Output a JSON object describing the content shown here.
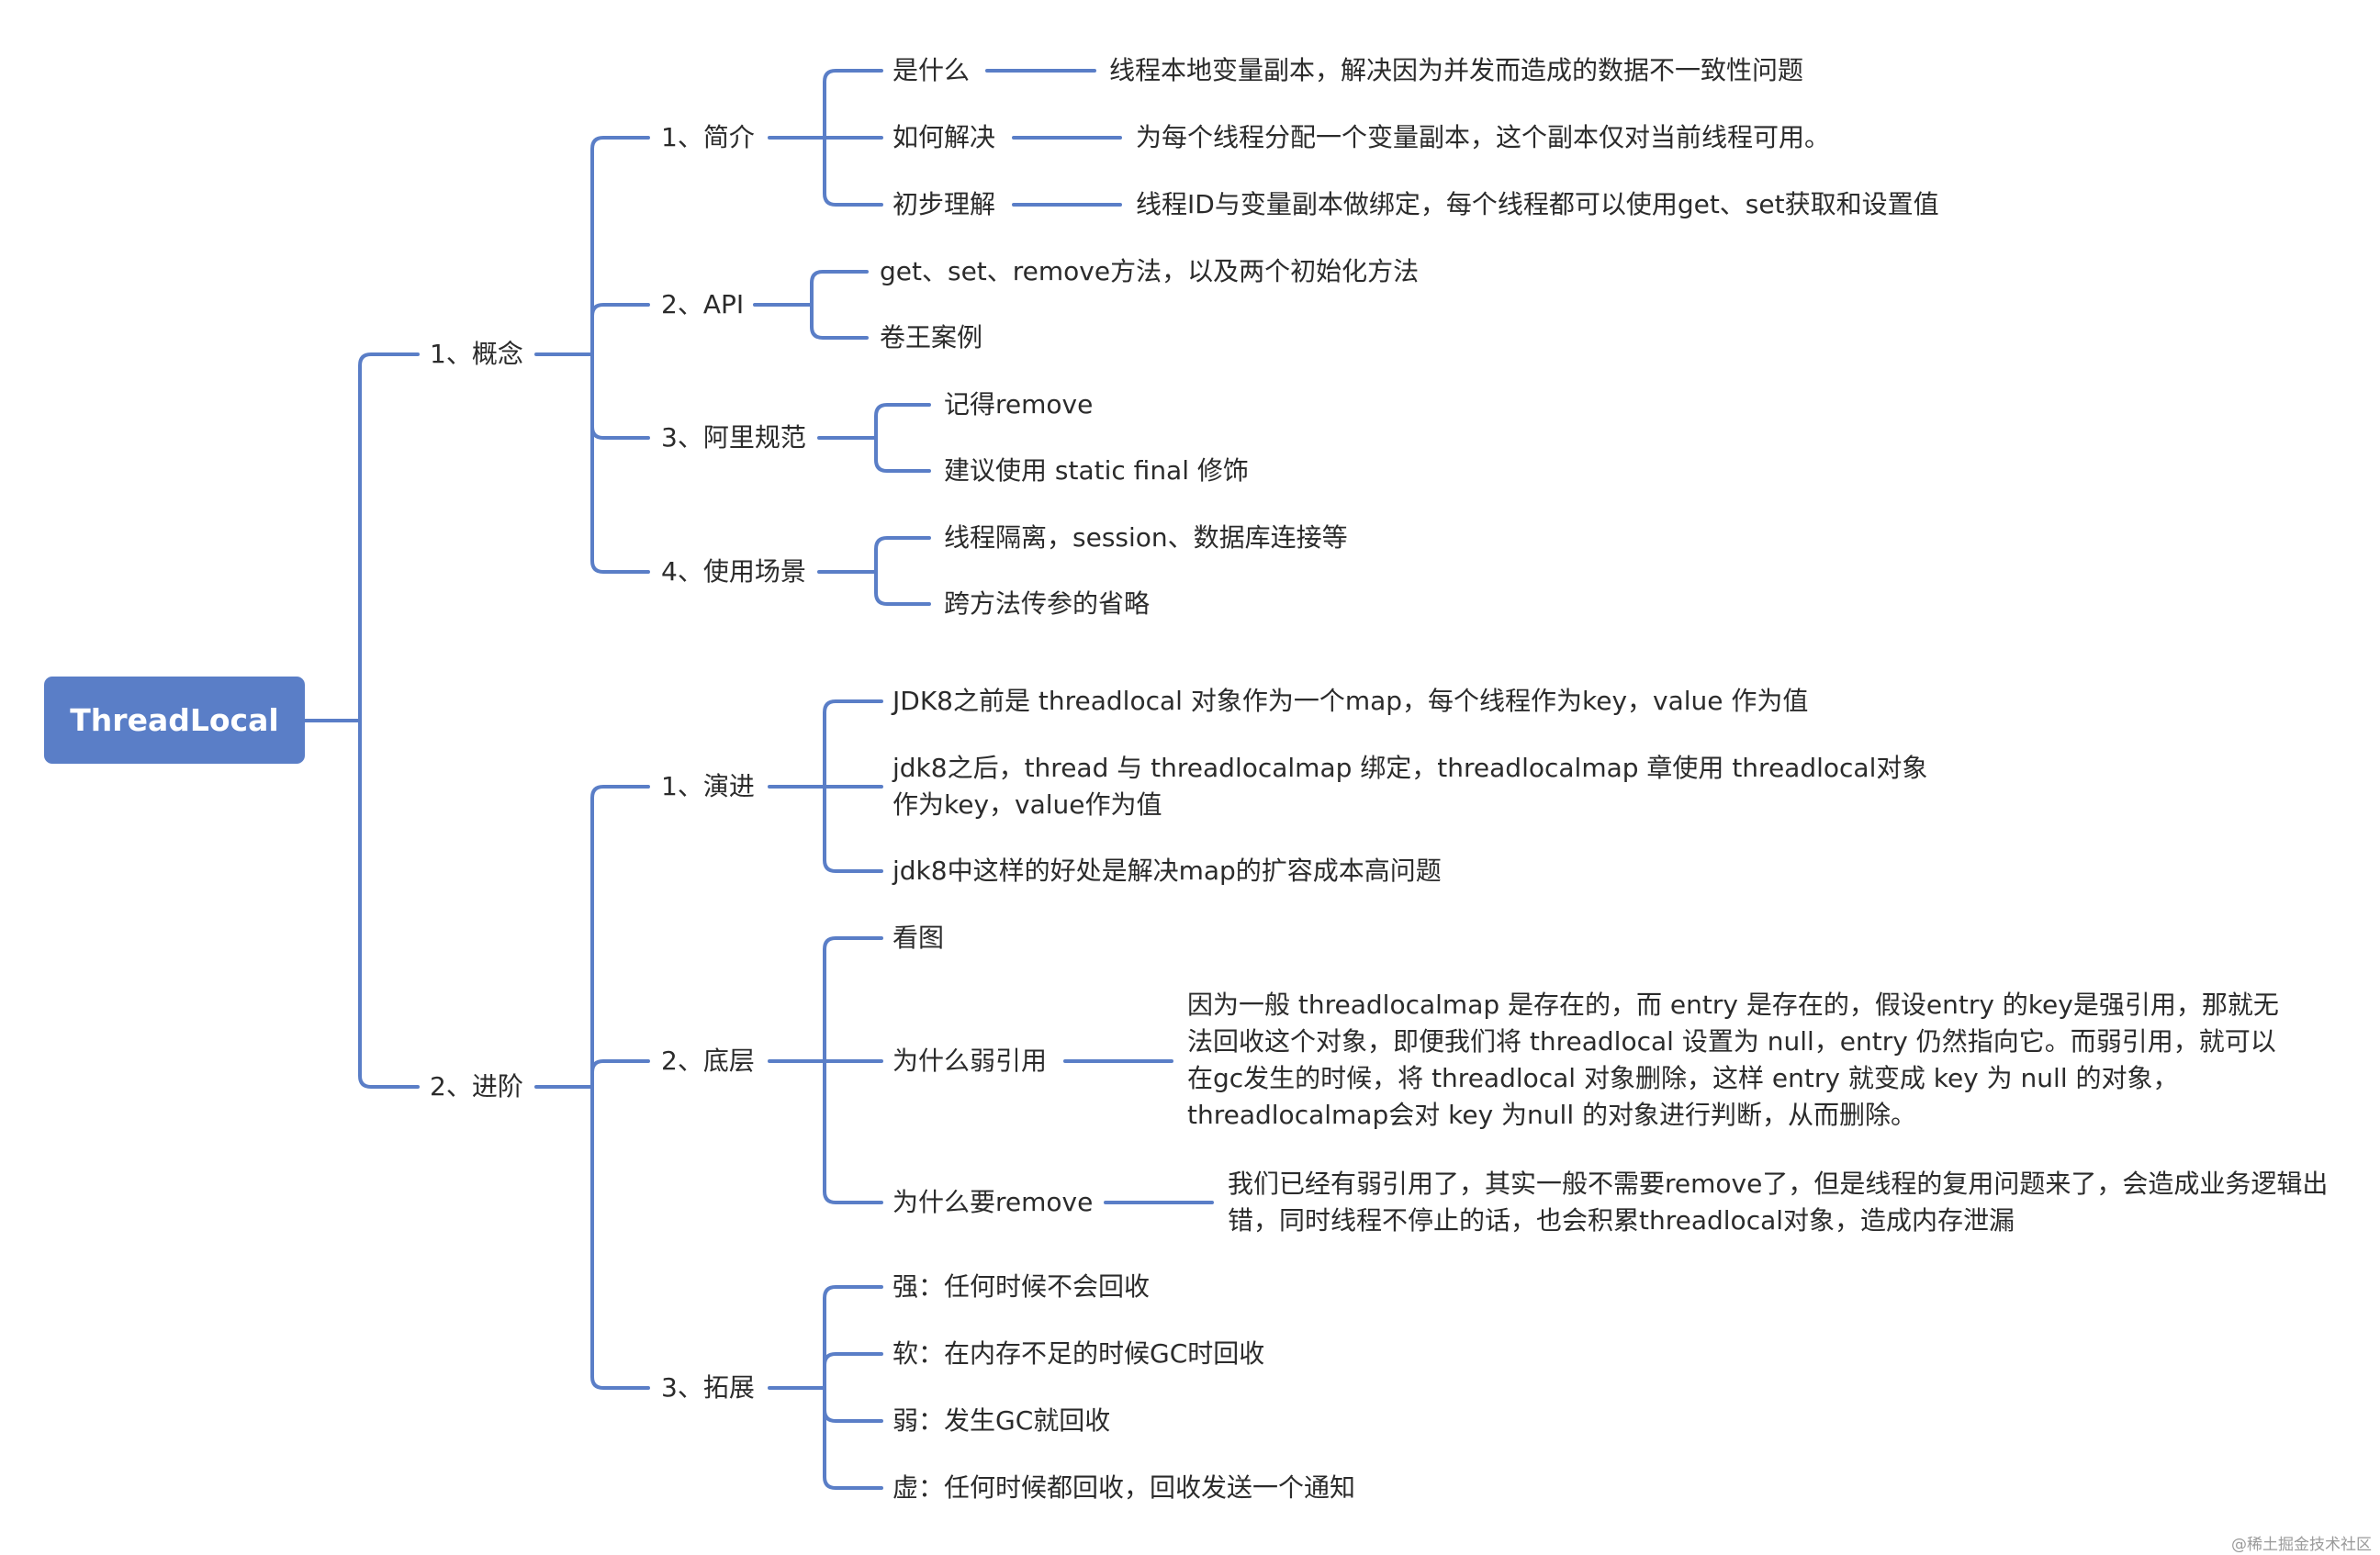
{
  "root": "ThreadLocal",
  "line_color": "#5a7ec7",
  "branches": [
    {
      "label": "1、概念",
      "children": [
        {
          "label": "1、简介",
          "children": [
            {
              "label": "是什么",
              "detail": "线程本地变量副本，解决因为并发而造成的数据不一致性问题"
            },
            {
              "label": "如何解决",
              "detail": "为每个线程分配一个变量副本，这个副本仅对当前线程可用。"
            },
            {
              "label": "初步理解",
              "detail": "线程ID与变量副本做绑定，每个线程都可以使用get、set获取和设置值"
            }
          ]
        },
        {
          "label": "2、API",
          "children": [
            {
              "label": "get、set、remove方法，以及两个初始化方法"
            },
            {
              "label": "卷王案例"
            }
          ]
        },
        {
          "label": "3、阿里规范",
          "children": [
            {
              "label": "记得remove"
            },
            {
              "label": "建议使用 static final 修饰"
            }
          ]
        },
        {
          "label": "4、使用场景",
          "children": [
            {
              "label": "线程隔离，session、数据库连接等"
            },
            {
              "label": "跨方法传参的省略"
            }
          ]
        }
      ]
    },
    {
      "label": "2、进阶",
      "children": [
        {
          "label": "1、演进",
          "children": [
            {
              "label": "JDK8之前是 threadlocal 对象作为一个map，每个线程作为key，value 作为值"
            },
            {
              "label": "jdk8之后，thread 与 threadlocalmap 绑定，threadlocalmap 章使用 threadlocal对象作为key，value作为值"
            },
            {
              "label": "jdk8中这样的好处是解决map的扩容成本高问题"
            }
          ]
        },
        {
          "label": "2、底层",
          "children": [
            {
              "label": "看图"
            },
            {
              "label": "为什么弱引用",
              "detail": "因为一般 threadlocalmap 是存在的，而 entry 是存在的，假设entry 的key是强引用，那就无法回收这个对象，即便我们将 threadlocal 设置为 null，entry 仍然指向它。而弱引用，就可以在gc发生的时候，将 threadlocal 对象删除，这样 entry 就变成 key 为 null 的对象，threadlocalmap会对 key 为null 的对象进行判断，从而删除。"
            },
            {
              "label": "为什么要remove",
              "detail": "我们已经有弱引用了，其实一般不需要remove了，但是线程的复用问题来了，会造成业务逻辑出错，同时线程不停止的话，也会积累threadlocal对象，造成内存泄漏"
            }
          ]
        },
        {
          "label": "3、拓展",
          "children": [
            {
              "label": "强：任何时候不会回收"
            },
            {
              "label": "软：在内存不足的时候GC时回收"
            },
            {
              "label": "弱：发生GC就回收"
            },
            {
              "label": "虚：任何时候都回收，回收发送一个通知"
            }
          ]
        }
      ]
    }
  ],
  "watermark": "@稀土掘金技术社区"
}
